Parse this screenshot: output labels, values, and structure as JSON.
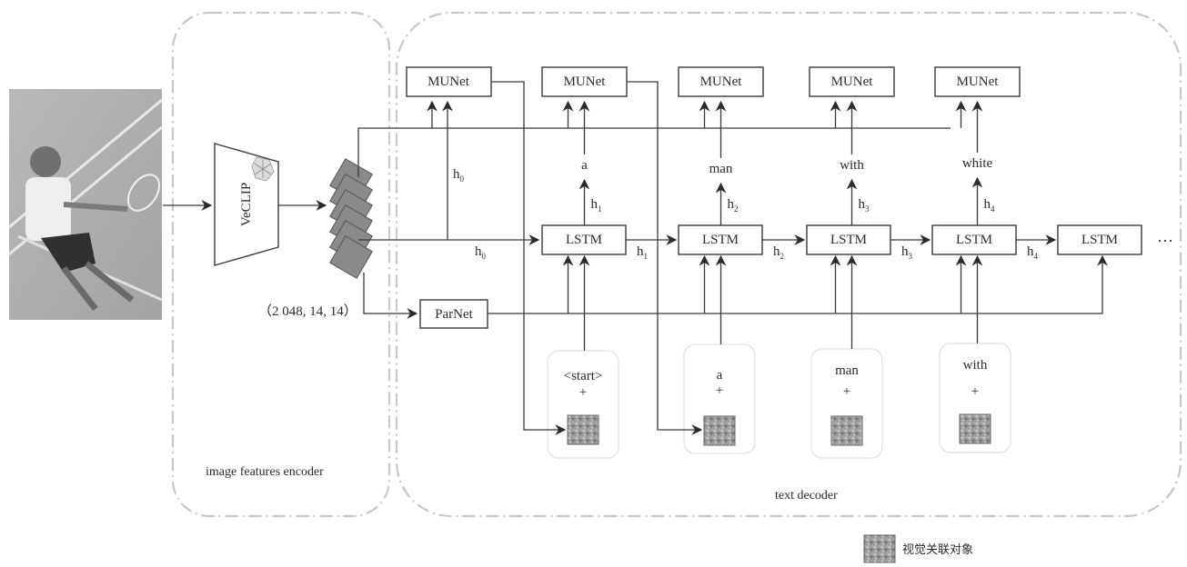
{
  "figure": {
    "input_image_alt": "tennis player photo (grayscale)",
    "encoder": {
      "label": "VeCLIP",
      "feature_shape": "（2 048, 14, 14）",
      "region_caption": "image  features encoder"
    },
    "decoder": {
      "region_caption": "text decoder",
      "parnet_label": "ParNet",
      "munet_label": "MUNet",
      "lstm_label": "LSTM",
      "initial_hidden": "h",
      "initial_hidden_sub": "0",
      "hidden_prefix": "h",
      "ellipsis": "…",
      "steps": [
        {
          "input_token": "<start>",
          "plus": "+",
          "output_word": "a",
          "hidden_sub": "1"
        },
        {
          "input_token": "a",
          "plus": "+",
          "output_word": "man",
          "hidden_sub": "2"
        },
        {
          "input_token": "man",
          "plus": "+",
          "output_word": "with",
          "hidden_sub": "3"
        },
        {
          "input_token": "with",
          "plus": "+",
          "output_word": "white",
          "hidden_sub": "4"
        }
      ]
    },
    "legend": {
      "label": "视觉关联对象",
      "icon": "visual-object-texture-icon"
    }
  }
}
